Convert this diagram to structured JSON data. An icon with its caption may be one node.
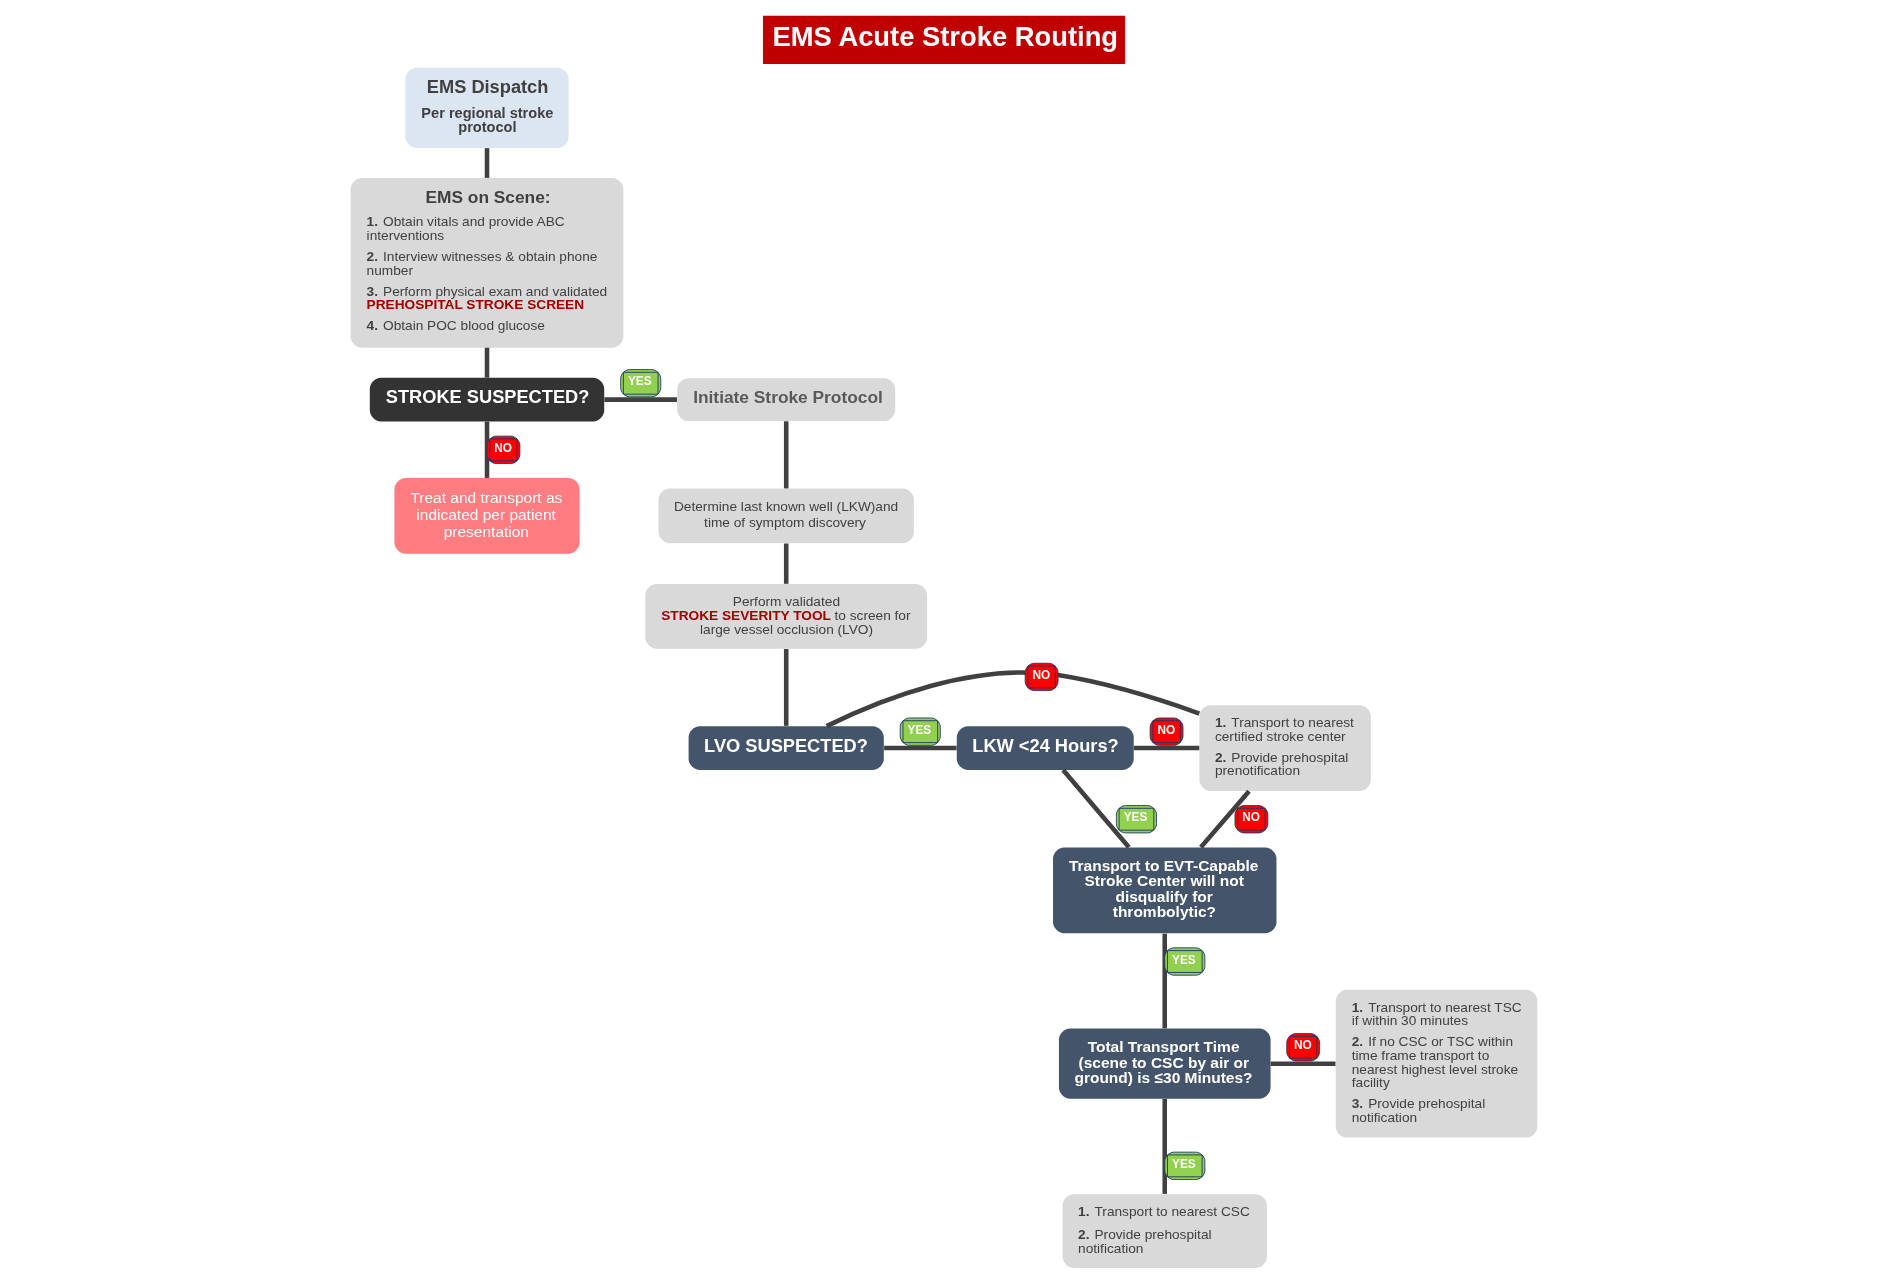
{
  "diagram": {
    "title": "EMS Acute Stroke Routing",
    "nodes": [
      {
        "text": [
          "EMS Dispatch",
          "Per regional stroke protocol"
        ]
      },
      {
        "text": [
          "EMS on Scene:",
          "**1.** Obtain vitals and provide ABC interventions",
          "**2.** Interview witnesses & obtain phone number",
          "**3.** Perform physical exam and validated **PREHOSPITAL STROKE SCREEN**",
          "**4.** Obtain POC blood glucose"
        ]
      },
      {
        "text": [
          "STROKE SUSPECTED?"
        ]
      },
      {
        "text": [
          "Treat and transport as indicated per patient presentation"
        ]
      },
      {
        "text": [
          "Initiate Stroke Protocol"
        ]
      },
      {
        "text": [
          "Determine last known well (LKW)and time of symptom discovery"
        ]
      },
      {
        "text": [
          "Perform validated **STROKE SEVERITY TOOL** to screen for large vessel occlusion (LVO)"
        ]
      },
      {
        "text": [
          "LVO SUSPECTED?"
        ]
      },
      {
        "text": [
          "LKW <24 Hours?"
        ]
      },
      {
        "text": [
          "Transport to EVT-Capable Stroke Center will not disqualify for thrombolytic?"
        ]
      },
      {
        "text": [
          "Total Transport Time (scene to CSC by air or ground) is ≤30 Minutes?"
        ]
      },
      {
        "text": [
          "**1.** Transport to nearest certified stroke center",
          "**2.** Provide prehospital prenotification"
        ]
      },
      {
        "text": [
          "**1.** Transport to nearest TSC if within 30 minutes",
          "**2.** If no CSC or TSC within time frame transport to nearest highest level stroke facility",
          "**3.** Provide prehospital notification"
        ]
      },
      {
        "text": [
          "**1.** Transport to nearest CSC",
          "**2.** Provide prehospital notification"
        ]
      }
    ],
    "edges": [
      {
        "from": 0,
        "to": 1,
        "arrow": "none"
      },
      {
        "from": 1,
        "to": 2,
        "arrow": "none"
      },
      {
        "from": 2,
        "to": 3,
        "arrow": "none",
        "label": "NO"
      },
      {
        "from": 2,
        "to": 4,
        "arrow": "none",
        "label": "YES"
      },
      {
        "from": 4,
        "to": 5,
        "arrow": "none"
      },
      {
        "from": 5,
        "to": 6,
        "arrow": "none"
      },
      {
        "from": 6,
        "to": 7,
        "arrow": "none"
      },
      {
        "from": 7,
        "to": 8,
        "arrow": "none",
        "label": "YES"
      },
      {
        "from": 7,
        "to": 11,
        "arrow": "none",
        "label": "NO"
      },
      {
        "from": 8,
        "to": 11,
        "arrow": "none",
        "label": "NO"
      },
      {
        "from": 8,
        "to": 9,
        "arrow": "none",
        "label": "YES"
      },
      {
        "from": 9,
        "to": 11,
        "arrow": "none",
        "label": "NO"
      },
      {
        "from": 9,
        "to": 10,
        "arrow": "none",
        "label": "YES"
      },
      {
        "from": 10,
        "to": 12,
        "arrow": "none",
        "label": "NO"
      },
      {
        "from": 10,
        "to": 13,
        "arrow": "none",
        "label": "YES"
      }
    ]
  }
}
